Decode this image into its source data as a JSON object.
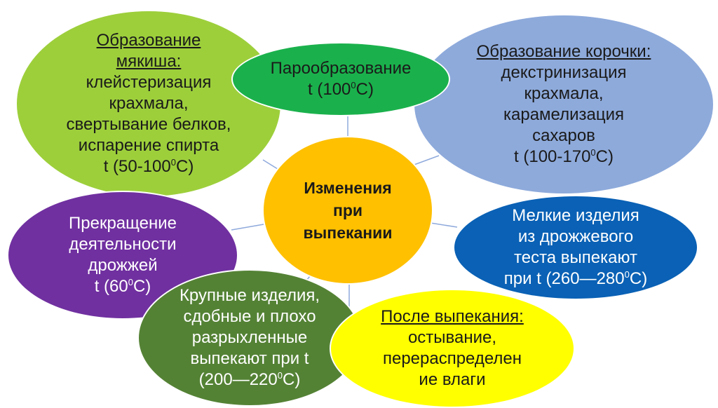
{
  "center": {
    "line1": "Изменения",
    "line2": "при",
    "line3": "выпекании"
  },
  "crumb": {
    "title1": "Образование",
    "title2": "мякиша:",
    "l1": "клейстеризация",
    "l2": "крахмала,",
    "l3": "свертывание белков,",
    "l4": "испарение спирта",
    "t_pre": "t (50-100",
    "t_sup": "0",
    "t_post": "С)"
  },
  "steam": {
    "l1": "Парообразование",
    "t_pre": "t (100",
    "t_sup": "0",
    "t_post": "С)"
  },
  "crust": {
    "title": "Образование корочки:",
    "l1": "декстринизация",
    "l2": "крахмала,",
    "l3": "карамелизация",
    "l4": "сахаров",
    "t_pre": "t (100-170",
    "t_sup": "0",
    "t_post": "С)"
  },
  "yeast": {
    "l1": "Прекращение",
    "l2": "деятельности",
    "l3": "дрожжей",
    "t_pre": "t (60",
    "t_sup": "0",
    "t_post": "С)"
  },
  "small": {
    "l1": "Мелкие изделия",
    "l2": "из дрожжевого",
    "l3": "теста выпекают",
    "t_pre": "при t (260—280",
    "t_sup": "0",
    "t_post": "С)"
  },
  "large": {
    "l1": "Крупные изделия,",
    "l2": "сдобные и плохо",
    "l3": "разрыхленные",
    "l4": "выпекают при t",
    "t_pre": "(200—220",
    "t_sup": "0",
    "t_post": "С)"
  },
  "after": {
    "title": "После выпекания:",
    "l1": "остывание,",
    "l2": "перераспределен",
    "l3": "ие влаги"
  },
  "colors": {
    "crumb": "#9dcf3b",
    "steam": "#1ab14c",
    "crust": "#8eaadb",
    "center": "#ffc000",
    "yeast": "#7030a0",
    "small": "#0a61b5",
    "large": "#548235",
    "after": "#ffff00",
    "connector": "#8faadc"
  }
}
